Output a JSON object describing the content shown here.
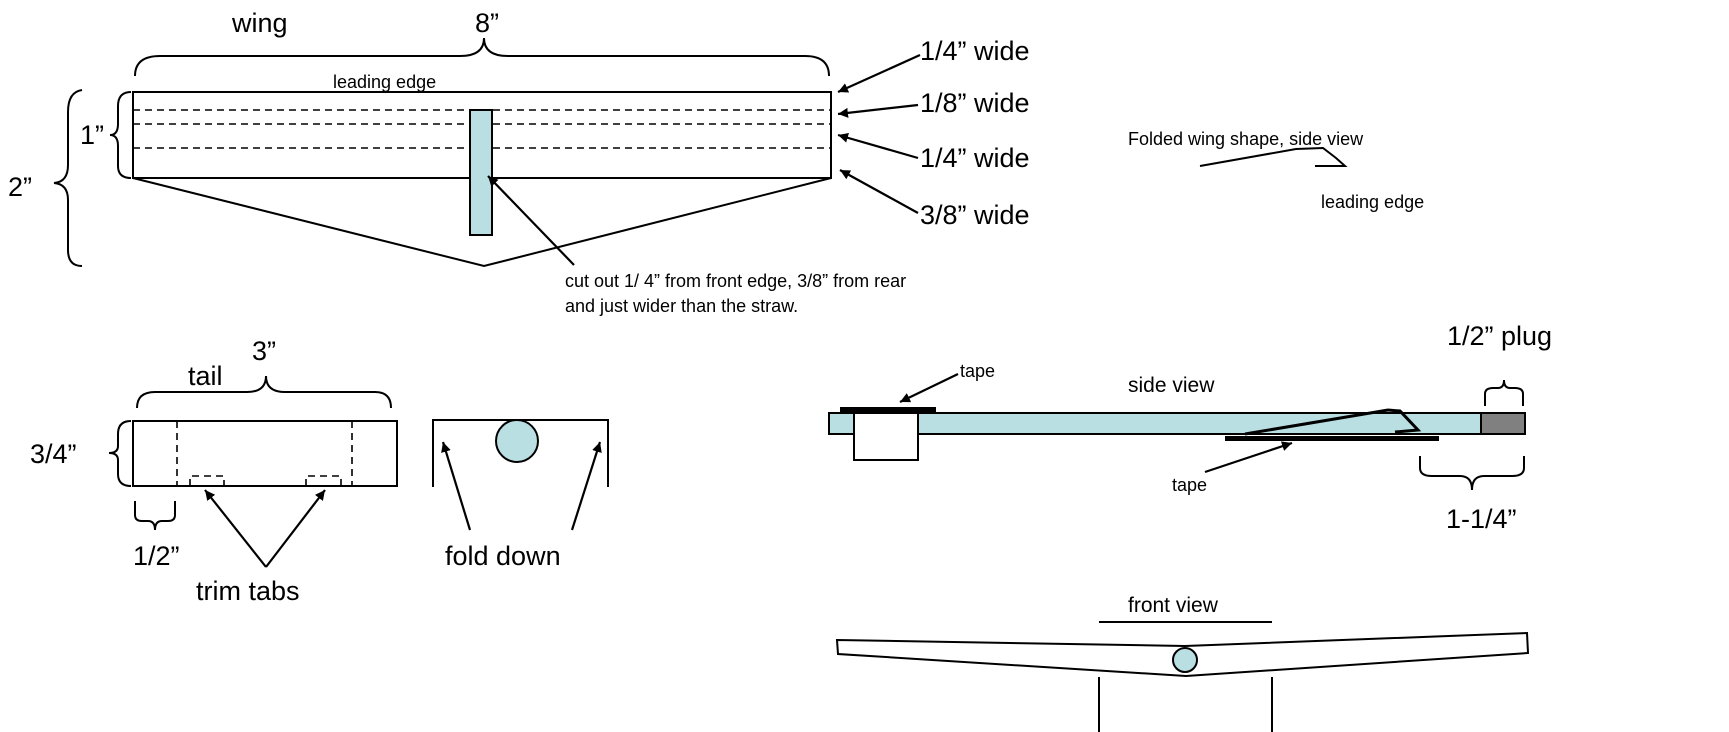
{
  "wing": {
    "title": "wing",
    "span": "8”",
    "leading_edge": "leading edge",
    "height_inner": "1”",
    "height_outer": "2”",
    "strips": [
      "1/4” wide",
      "1/8” wide",
      "1/4” wide",
      "3/8” wide"
    ],
    "cutout_note": [
      "cut out 1/ 4” from front edge, 3/8” from rear",
      "and just wider than the straw."
    ]
  },
  "folded": {
    "title": "Folded wing shape, side view",
    "leading_edge": "leading edge"
  },
  "tail": {
    "title": "tail",
    "span": "3”",
    "height": "3/4”",
    "tab_offset": "1/2”",
    "trim_tabs": "trim tabs",
    "fold_down": "fold down"
  },
  "side_view": {
    "title": "side view",
    "tape_top": "tape",
    "tape_bottom": "tape",
    "plug": "1/2” plug",
    "length": "1-1/4”"
  },
  "front_view": {
    "title": "front view"
  },
  "colors": {
    "straw": "#b9dfe2",
    "plug": "#808080",
    "ink": "#000000"
  }
}
